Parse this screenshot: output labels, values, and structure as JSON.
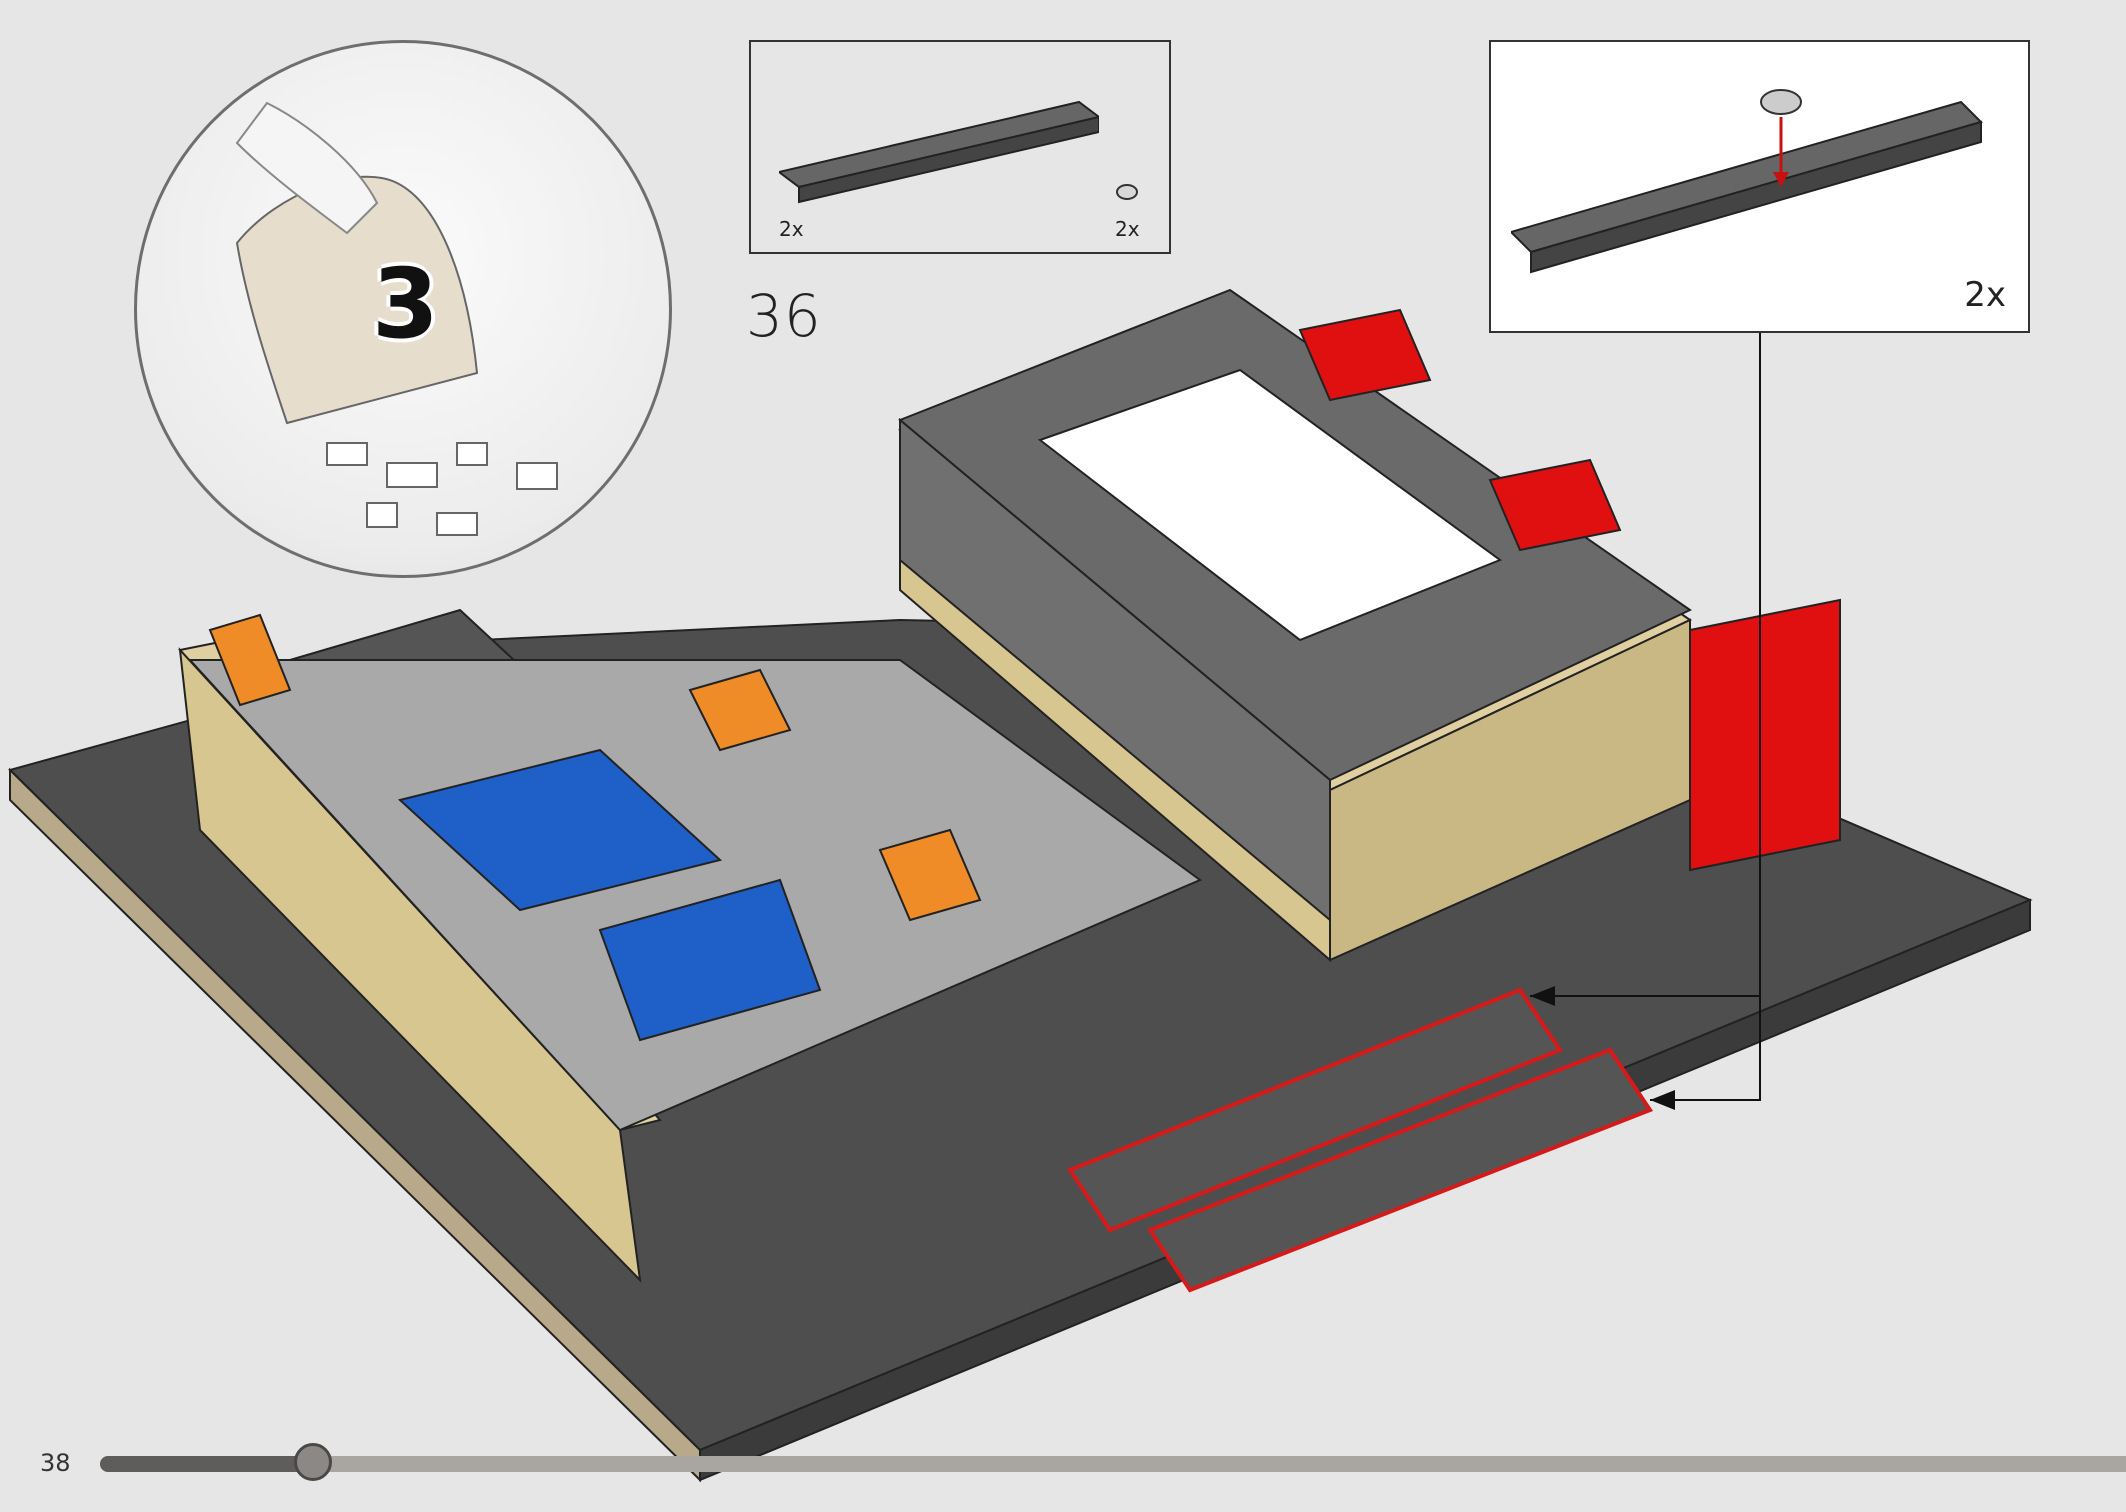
{
  "page": {
    "number": "38"
  },
  "step": {
    "number": "36"
  },
  "bag_callout": {
    "bag_number": "3"
  },
  "parts_list": {
    "items": [
      {
        "part": "2x12 plate, dark grey",
        "qty": "2x"
      },
      {
        "part": "1x1 round tile, light grey",
        "qty": "2x"
      }
    ]
  },
  "detail_callout": {
    "qty": "2x"
  },
  "progress": {
    "fraction": 0.105
  },
  "colors": {
    "dark_grey": "#555555",
    "light_grey": "#a9a9a9",
    "tan": "#e0cfa0",
    "red": "#e01010",
    "blue": "#1f5fc8",
    "orange": "#f08c28",
    "yellow": "#f5d200",
    "highlight": "#d61a1a"
  }
}
